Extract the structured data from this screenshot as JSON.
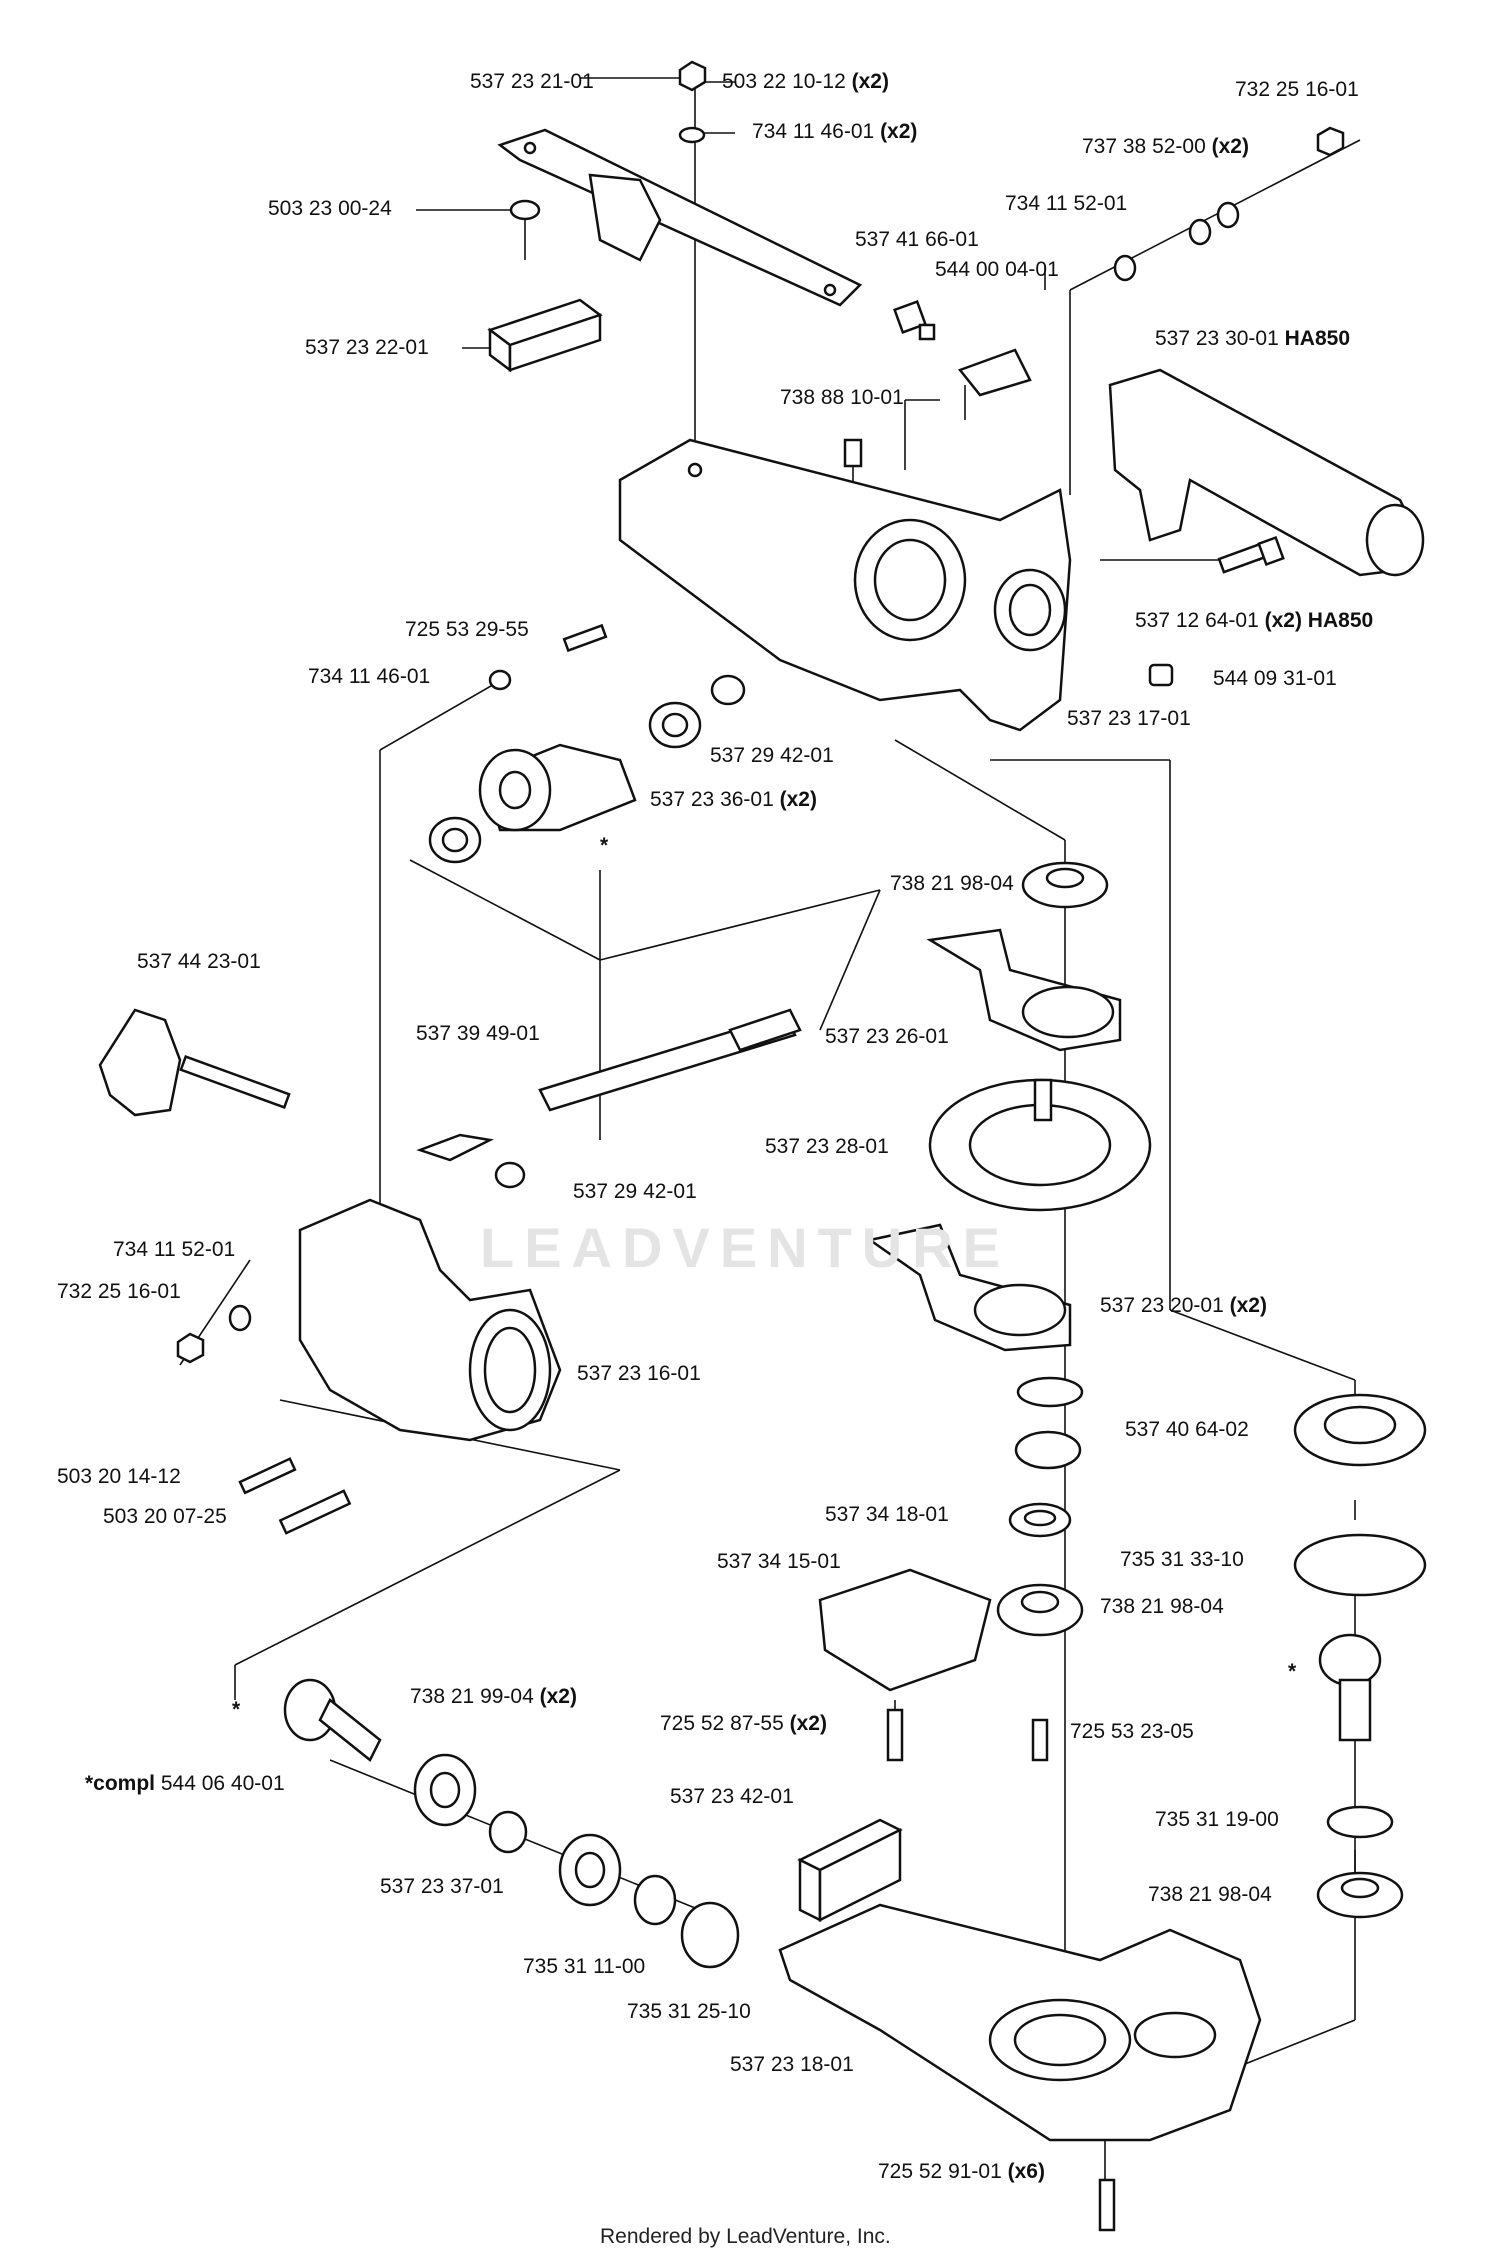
{
  "labels": {
    "l01": "537 23 21-01",
    "l02": "503 22 10-12",
    "l03": "734 11 46-01",
    "l04": "732 25 16-01",
    "l05": "737 38 52-00",
    "l06": "503 23 00-24",
    "l07": "734 11 52-01",
    "l08": "537 41 66-01",
    "l09": "544 00 04-01",
    "l10": "537 23 22-01",
    "l11": "537 23 30-01",
    "l12": "738 88 10-01",
    "l13": "725 53 29-55",
    "l14": "537 12 64-01",
    "l15": "734 11 46-01",
    "l16": "544 09 31-01",
    "l17": "537 23 17-01",
    "l18": "537 29 42-01",
    "l19": "537 23 36-01",
    "l20": "738 21 98-04",
    "l21": "537 44 23-01",
    "l22": "537 39 49-01",
    "l23": "537 23 26-01",
    "l24": "537 23 28-01",
    "l25": "537 29 42-01",
    "l26": "734 11 52-01",
    "l27": "732 25 16-01",
    "l28": "537 23 20-01",
    "l29": "537 23 16-01",
    "l30": "537 40 64-02",
    "l31": "503 20 14-12",
    "l32": "503 20 07-25",
    "l33": "537 34 18-01",
    "l34": "537 34 15-01",
    "l35": "735 31 33-10",
    "l36": "738 21 98-04",
    "l37": "738 21 99-04",
    "l38": "725 52 87-55",
    "l39": "725 53 23-05",
    "l40": "544 06 40-01",
    "l41": "537 23 42-01",
    "l42": "735 31 19-00",
    "l43": "537 23 37-01",
    "l44": "738 21 98-04",
    "l45": "735 31 11-00",
    "l46": "735 31 25-10",
    "l47": "537 23 18-01",
    "l48": "725 52 91-01"
  },
  "qualifiers": {
    "x2": "(x2)",
    "x6": "(x6)",
    "ha850": "HA850",
    "x2_ha850": "(x2) HA850",
    "compl": "*compl",
    "star": "*"
  },
  "watermark": "LEADVENTURE",
  "footer": "Rendered by LeadVenture, Inc."
}
